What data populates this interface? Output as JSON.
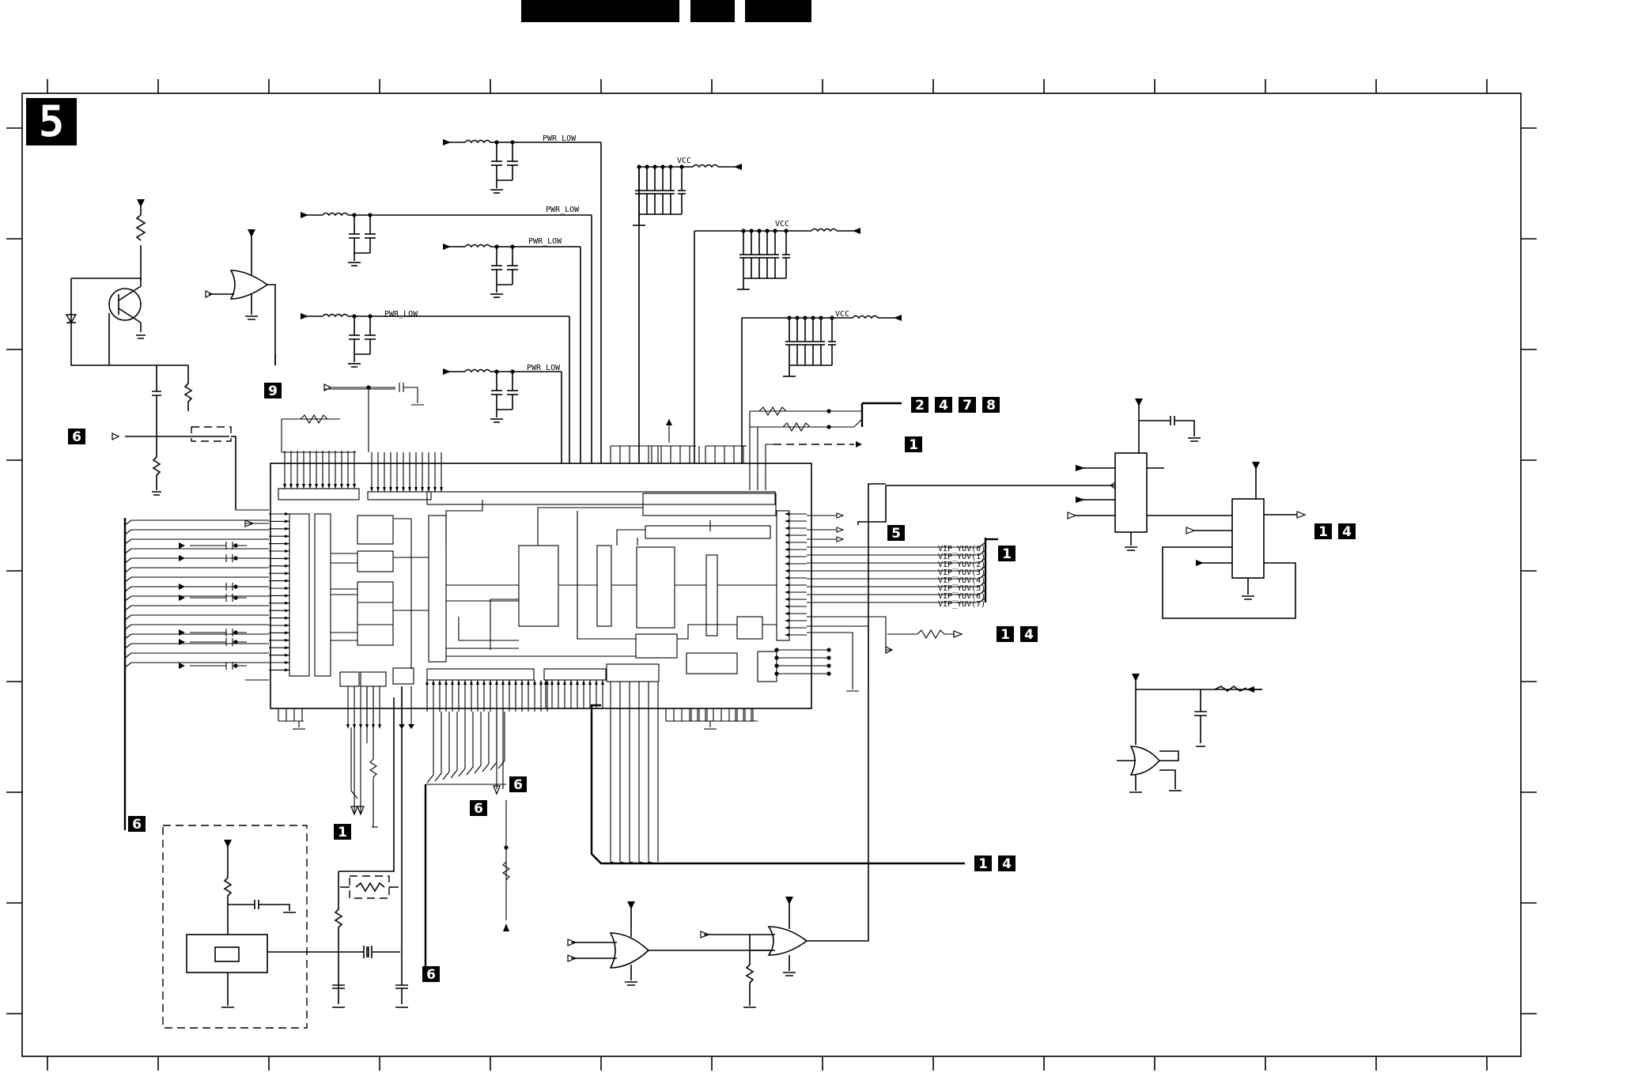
{
  "sheet": {
    "number": "5",
    "header_blocks": 3
  },
  "colors": {
    "ink": "#000000",
    "paper": "#ffffff"
  },
  "net_labels": {
    "pwr_low_1": "PWR_LOW",
    "pwr_low_2": "PWR_LOW",
    "pwr_low_3": "PWR_LOW",
    "pwr_low_4": "PWR_LOW",
    "pwr_low_5": "PWR_LOW",
    "vcc_1": "VCC",
    "vcc_2": "VCC",
    "vcc_3": "VCC"
  },
  "bus_lines": [
    "VIP_YUV(0)",
    "VIP_YUV(1)",
    "VIP_YUV(2)",
    "VIP_YUV(3)",
    "VIP_YUV(4)",
    "VIP_YUV(5)",
    "VIP_YUV(6)",
    "VIP_YUV(7)"
  ],
  "sheet_refs": {
    "ref_a": [
      "6"
    ],
    "ref_b": [
      "9"
    ],
    "ref_c": [
      "2",
      "4",
      "7",
      "8"
    ],
    "ref_d": [
      "1"
    ],
    "ref_e": [
      "5"
    ],
    "ref_f": [
      "1",
      "4"
    ],
    "ref_g": [
      "1"
    ],
    "ref_h": [
      "1",
      "4"
    ],
    "ref_i": [
      "6"
    ],
    "ref_j": [
      "1"
    ],
    "ref_k": [
      "6"
    ],
    "ref_l": [
      "6"
    ],
    "ref_m": [
      "1",
      "4"
    ],
    "ref_n": [
      "6"
    ]
  }
}
